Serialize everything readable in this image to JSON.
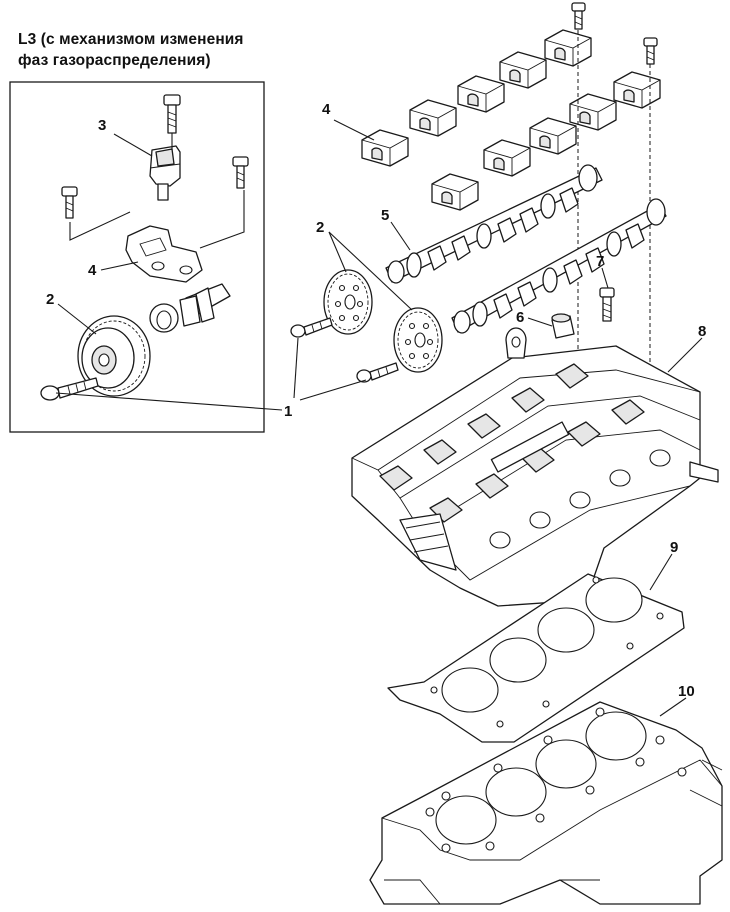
{
  "inset": {
    "title_line1": "L3 (с механизмом изменения",
    "title_line2": "фаз газораспределения)"
  },
  "callouts": {
    "c1": "1",
    "c2_inset": "2",
    "c2_main": "2",
    "c3": "3",
    "c4_inset": "4",
    "c4_main": "4",
    "c5": "5",
    "c6": "6",
    "c7": "7",
    "c8": "8",
    "c9": "9",
    "c10": "10"
  }
}
